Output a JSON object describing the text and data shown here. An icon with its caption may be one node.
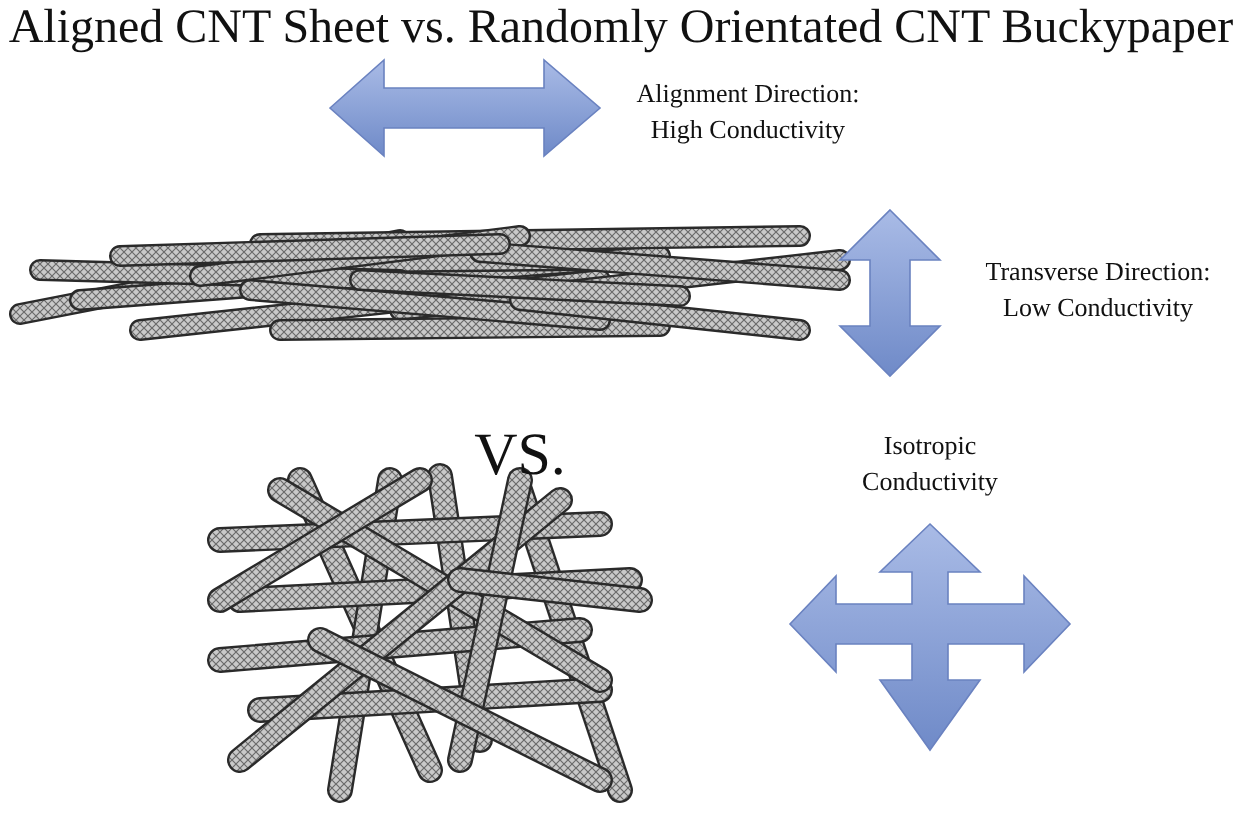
{
  "diagram": {
    "title": "Aligned CNT Sheet vs. Randomly Orientated CNT Buckypaper",
    "labels": [
      "Alignment Direction: High Conductivity",
      "Transverse Direction: Low Conductivity",
      "VS.",
      "Isotropic Conductivity"
    ]
  }
}
